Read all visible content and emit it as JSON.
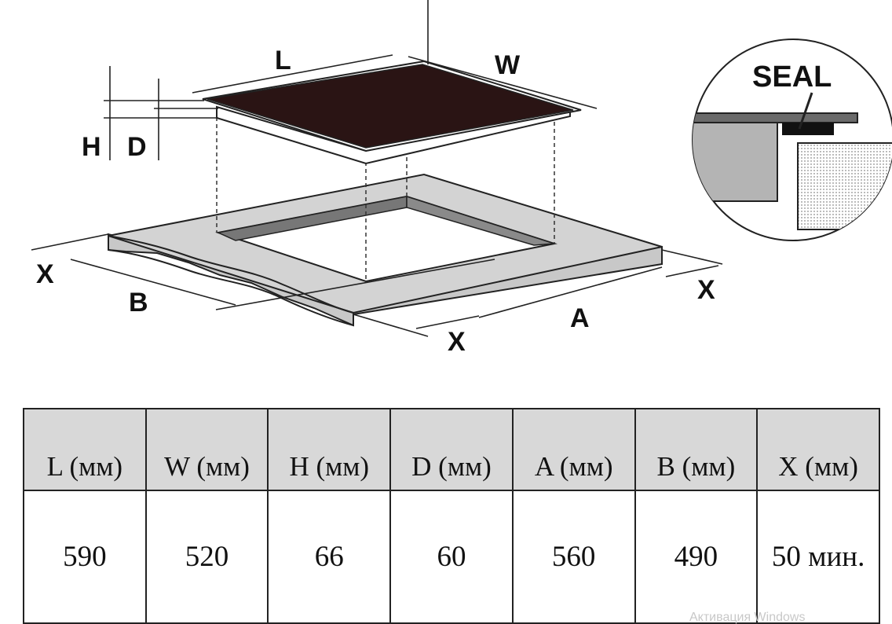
{
  "diagram": {
    "labels": {
      "L": "L",
      "W": "W",
      "H": "H",
      "D": "D",
      "B": "B",
      "A": "A",
      "X_left": "X",
      "X_right": "X",
      "X_bottom": "X",
      "seal": "SEAL"
    }
  },
  "table": {
    "headers": [
      "L (мм)",
      "W (мм)",
      "H (мм)",
      "D (мм)",
      "A (мм)",
      "B (мм)",
      "X (мм)"
    ],
    "values": [
      "590",
      "520",
      "66",
      "60",
      "560",
      "490",
      "50 мин."
    ]
  },
  "watermark": "Активация Windows"
}
